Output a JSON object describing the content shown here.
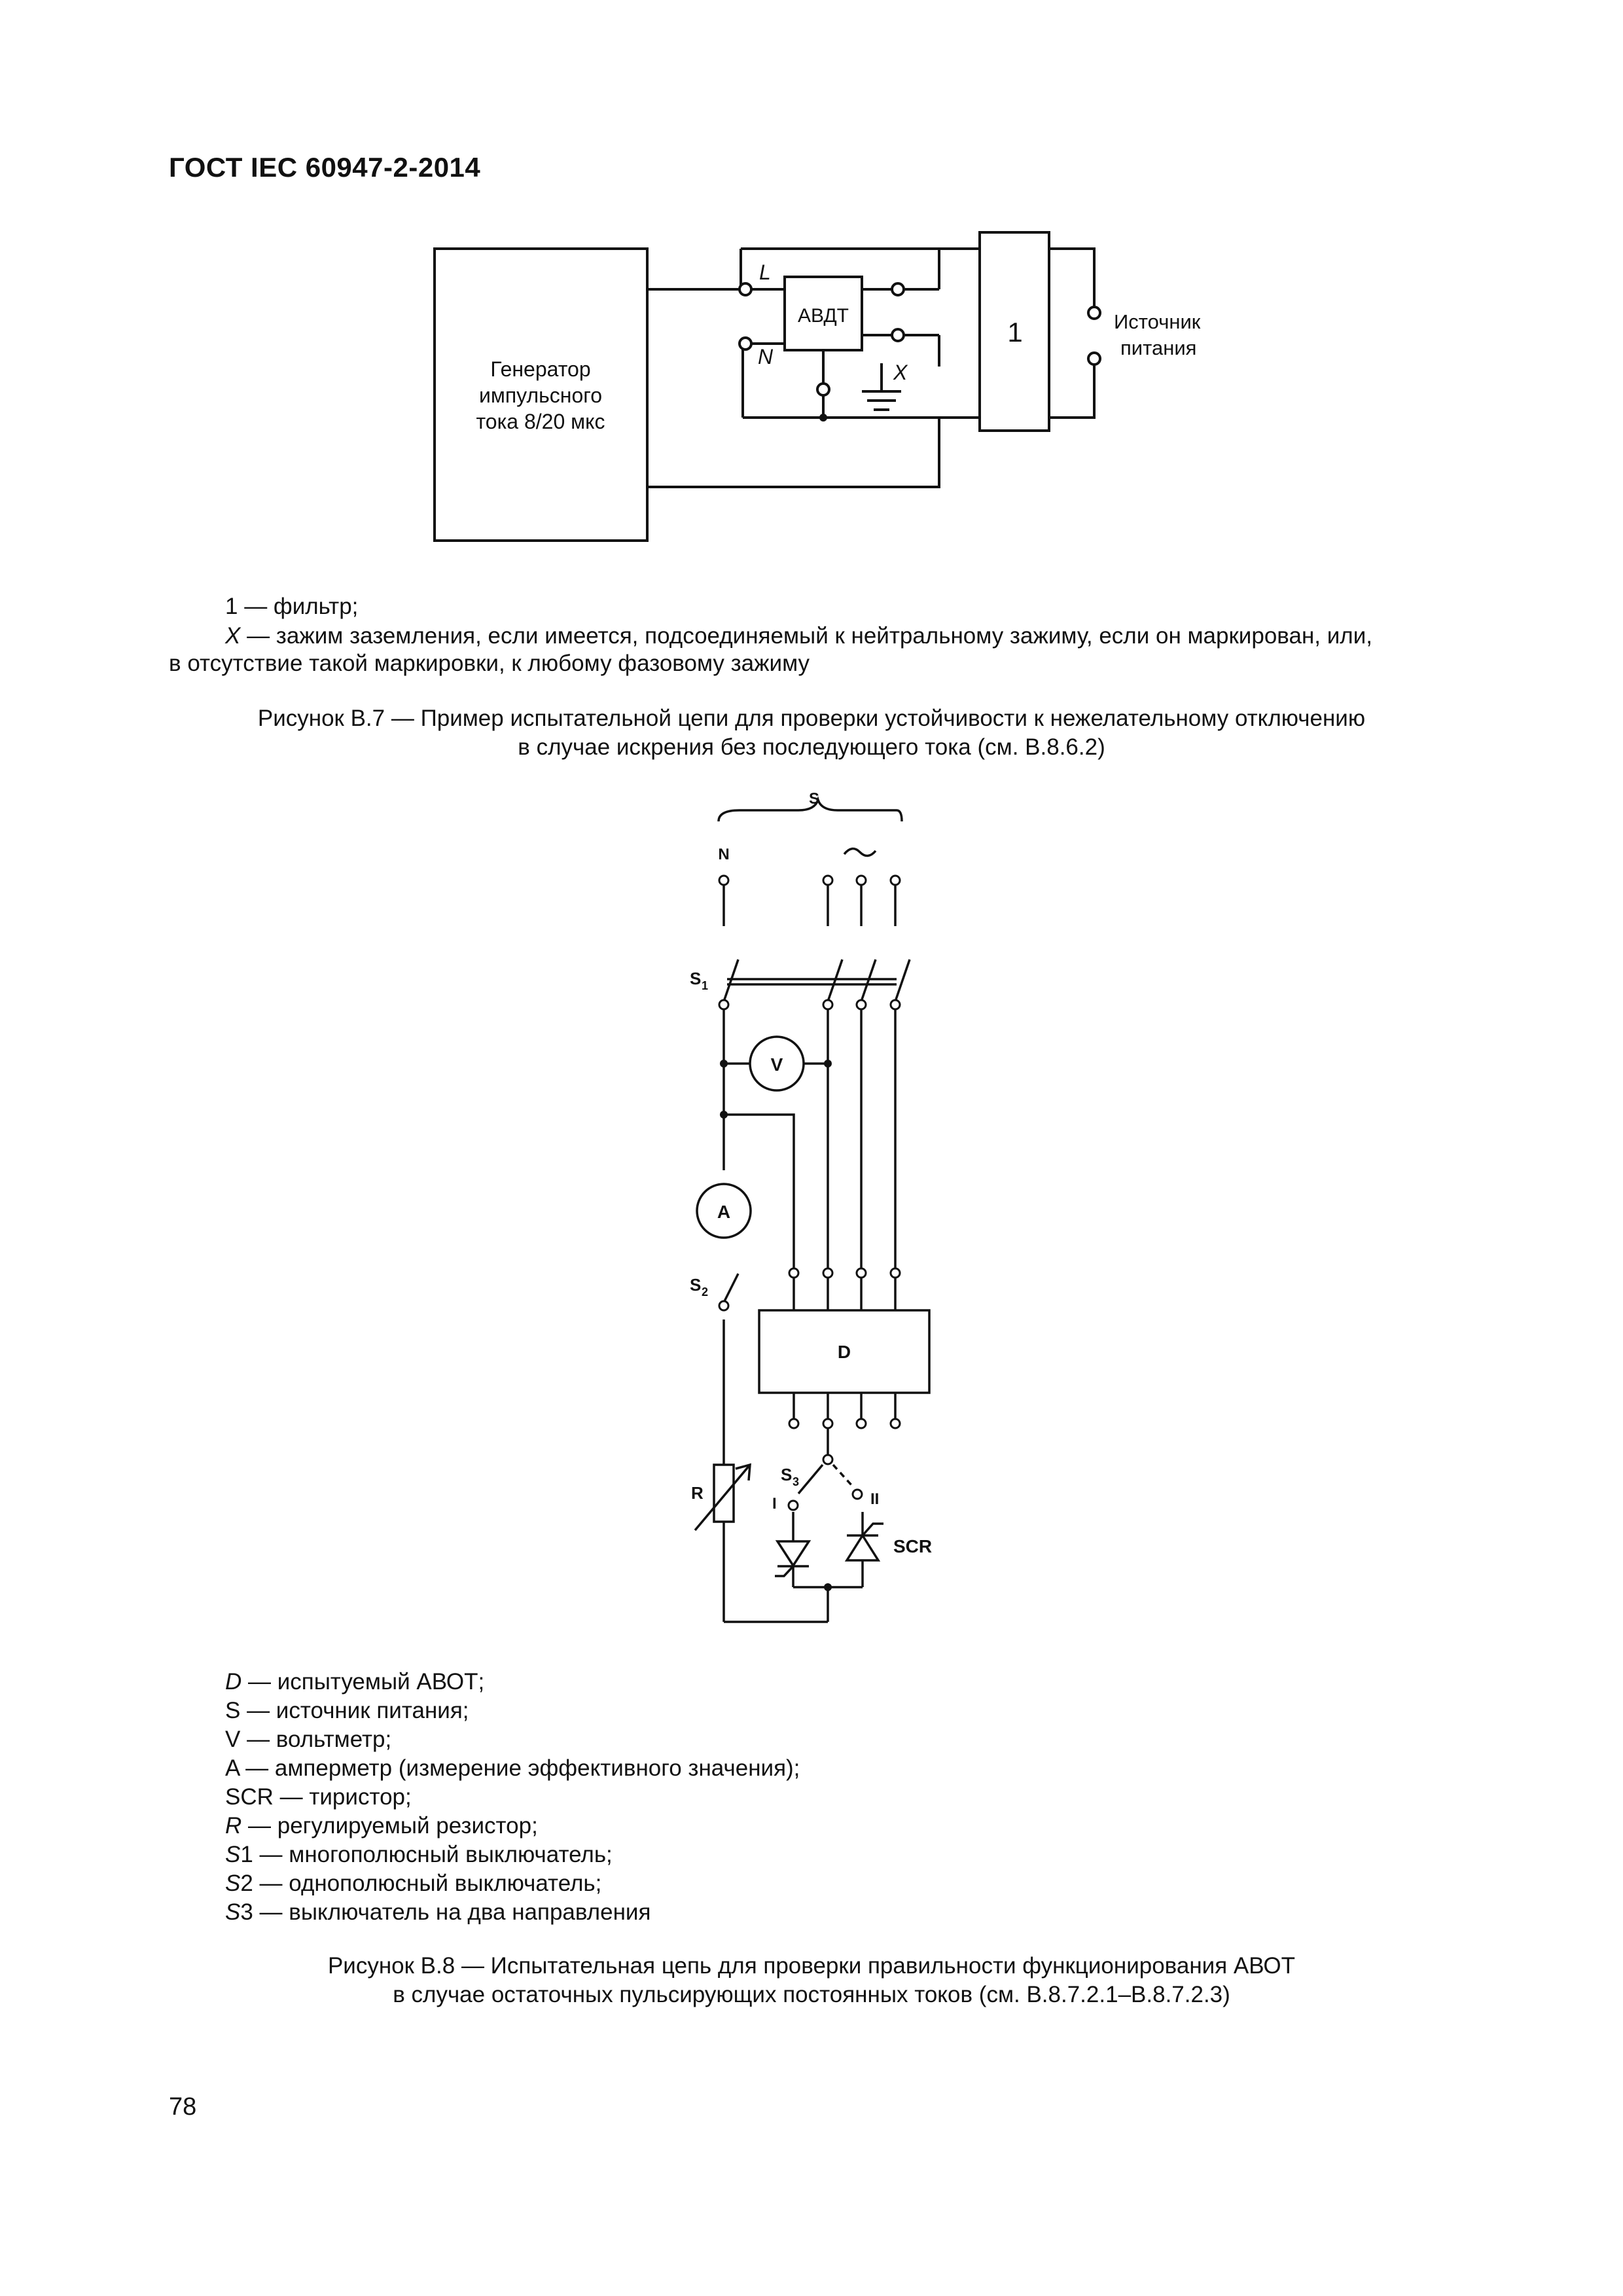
{
  "header": {
    "standard": "ГОСТ IEC 60947-2-2014"
  },
  "figure_b7": {
    "generator_lines": [
      "Генератор",
      "импульсного",
      "тока 8/20 мкс"
    ],
    "device_label": "АВДТ",
    "filter_number": "1",
    "terminal_l": "L",
    "terminal_n": "N",
    "terminal_x": "X",
    "source_lines": [
      "Источник",
      "питания"
    ],
    "legend": {
      "item1_sym": "1",
      "item1_text": " — фильтр;",
      "itemx_sym": "X",
      "itemx_text": " — зажим заземления, если имеется, подсоединяемый к нейтральному зажиму, если он маркирован, или,",
      "itemx_cont": "в отсутствие такой маркировки, к любому фазовому зажиму"
    },
    "caption_lines": [
      "Рисунок В.7 — Пример испытательной цепи для проверки устойчивости к нежелательному отключению",
      "в случае искрения без последующего тока (см. В.8.6.2)"
    ]
  },
  "figure_b8": {
    "source_label": "S",
    "neutral_label": "N",
    "ac_symbol": "~",
    "s1_label": "S",
    "s1_sub": "1",
    "s2_label": "S",
    "s2_sub": "2",
    "s3_label": "S",
    "s3_sub": "3",
    "voltmeter": "V",
    "ammeter": "A",
    "device": "D",
    "resistor": "R",
    "pos_one": "I",
    "pos_two": "II",
    "scr_label": "SCR",
    "legend": [
      {
        "sym": "D",
        "text": " — испытуемый АВОТ;"
      },
      {
        "sym": "S",
        "text": " — источник питания;"
      },
      {
        "sym": "V",
        "text": " — вольтметр;"
      },
      {
        "sym": "A",
        "text": " — амперметр (измерение эффективного значения);"
      },
      {
        "sym": "SCR",
        "text": " — тиристор;"
      },
      {
        "sym": "R",
        "text": " — регулируемый резистор;"
      },
      {
        "sym": "S",
        "text": "1 — многополюсный выключатель;"
      },
      {
        "sym": "S",
        "text": "2 — однополюсный выключатель;"
      },
      {
        "sym": "S",
        "text": "3 — выключатель на два направления"
      }
    ],
    "caption_lines": [
      "Рисунок В.8 — Испытательная цепь для проверки правильности функционирования АВОТ",
      "в случае остаточных пульсирующих постоянных токов (см. В.8.7.2.1–В.8.7.2.3)"
    ]
  },
  "page_number": "78"
}
